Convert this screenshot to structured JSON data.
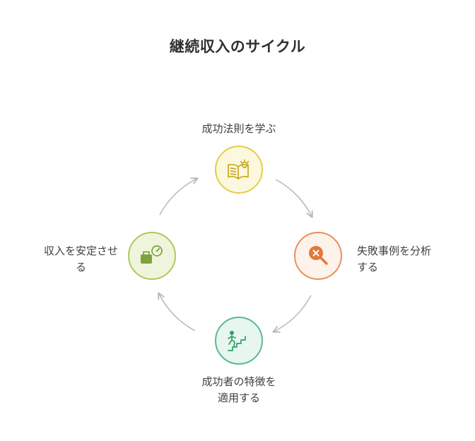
{
  "title": "継続収入のサイクル",
  "colors": {
    "background": "#ffffff",
    "title_text": "#2d2f31",
    "label_text": "#3d4144",
    "arrow": "#b4b9be"
  },
  "nodes": {
    "learn": {
      "label": "成功法則を学ぶ",
      "icon": "book-lightbulb-icon",
      "fill": "#fcf8dd",
      "stroke": "#e3cd4a",
      "icon_color": "#c9a91f"
    },
    "analyze": {
      "label": "失敗事例を分析する",
      "icon": "magnifier-x-icon",
      "fill": "#fdf3ea",
      "stroke": "#e89058",
      "icon_color": "#e0793a"
    },
    "apply": {
      "label": "成功者の特徴を適用する",
      "icon": "person-climbing-stairs-icon",
      "fill": "#e7f6ee",
      "stroke": "#5cba8a",
      "icon_color": "#2fa06b"
    },
    "stabilize": {
      "label": "収入を安定させる",
      "icon": "briefcase-gauge-icon",
      "fill": "#eff5dc",
      "stroke": "#abc95c",
      "icon_color": "#7da33c"
    }
  }
}
